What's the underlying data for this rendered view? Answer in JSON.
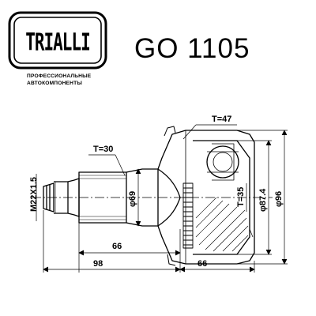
{
  "brand": {
    "logo_text": "TRIALLI",
    "tagline_line1": "ПРОФЕССИОНАЛЬНЫЕ",
    "tagline_line2": "АВТОКОМПОНЕНТЫ"
  },
  "part_number": "GO 1105",
  "dimensions": {
    "thread": "M22X1.5",
    "spline_left": "T=30",
    "shaft_diameter": "φ69",
    "spline_top": "T=47",
    "spline_inner": "T=35",
    "diameter_inner": "φ87.4",
    "diameter_outer": "φ96",
    "length_upper": "66",
    "length_left": "98",
    "length_right": "66"
  },
  "colors": {
    "ink": "#000000",
    "background": "#ffffff"
  }
}
